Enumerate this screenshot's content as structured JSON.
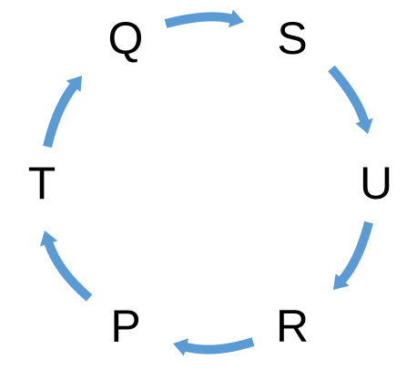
{
  "diagram": {
    "type": "cycle",
    "arrow_color": "#5B9BD5",
    "text_color": "#000000",
    "nodes": [
      {
        "id": "Q",
        "label": "Q"
      },
      {
        "id": "S",
        "label": "S"
      },
      {
        "id": "U",
        "label": "U"
      },
      {
        "id": "R",
        "label": "R"
      },
      {
        "id": "P",
        "label": "P"
      },
      {
        "id": "T",
        "label": "T"
      }
    ],
    "edges": [
      {
        "from": "Q",
        "to": "S"
      },
      {
        "from": "S",
        "to": "U"
      },
      {
        "from": "U",
        "to": "R"
      },
      {
        "from": "R",
        "to": "P"
      },
      {
        "from": "P",
        "to": "T"
      },
      {
        "from": "T",
        "to": "Q"
      }
    ]
  }
}
